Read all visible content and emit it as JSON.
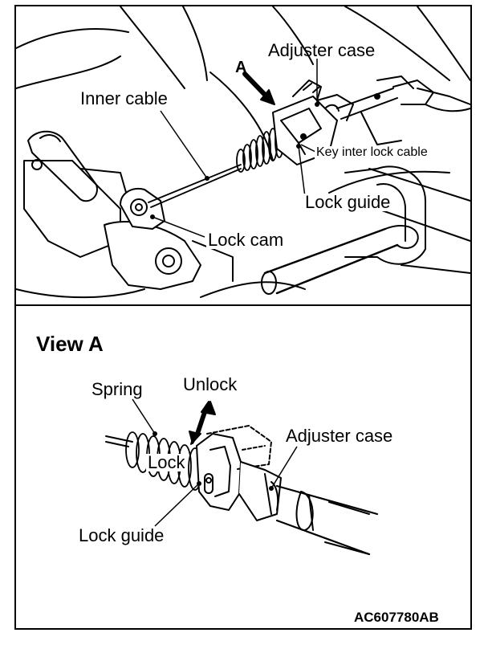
{
  "diagram": {
    "top_view": {
      "view_marker": "A",
      "labels": {
        "adjuster_case": "Adjuster case",
        "inner_cable": "Inner cable",
        "key_interlock_cable": "Key inter lock cable",
        "lock_guide": "Lock guide",
        "lock_cam": "Lock cam"
      }
    },
    "bottom_view": {
      "title": "View A",
      "labels": {
        "spring": "Spring",
        "unlock": "Unlock",
        "lock": "Lock",
        "adjuster_case": "Adjuster case",
        "lock_guide": "Lock guide"
      }
    },
    "figure_code": "AC607780AB"
  }
}
